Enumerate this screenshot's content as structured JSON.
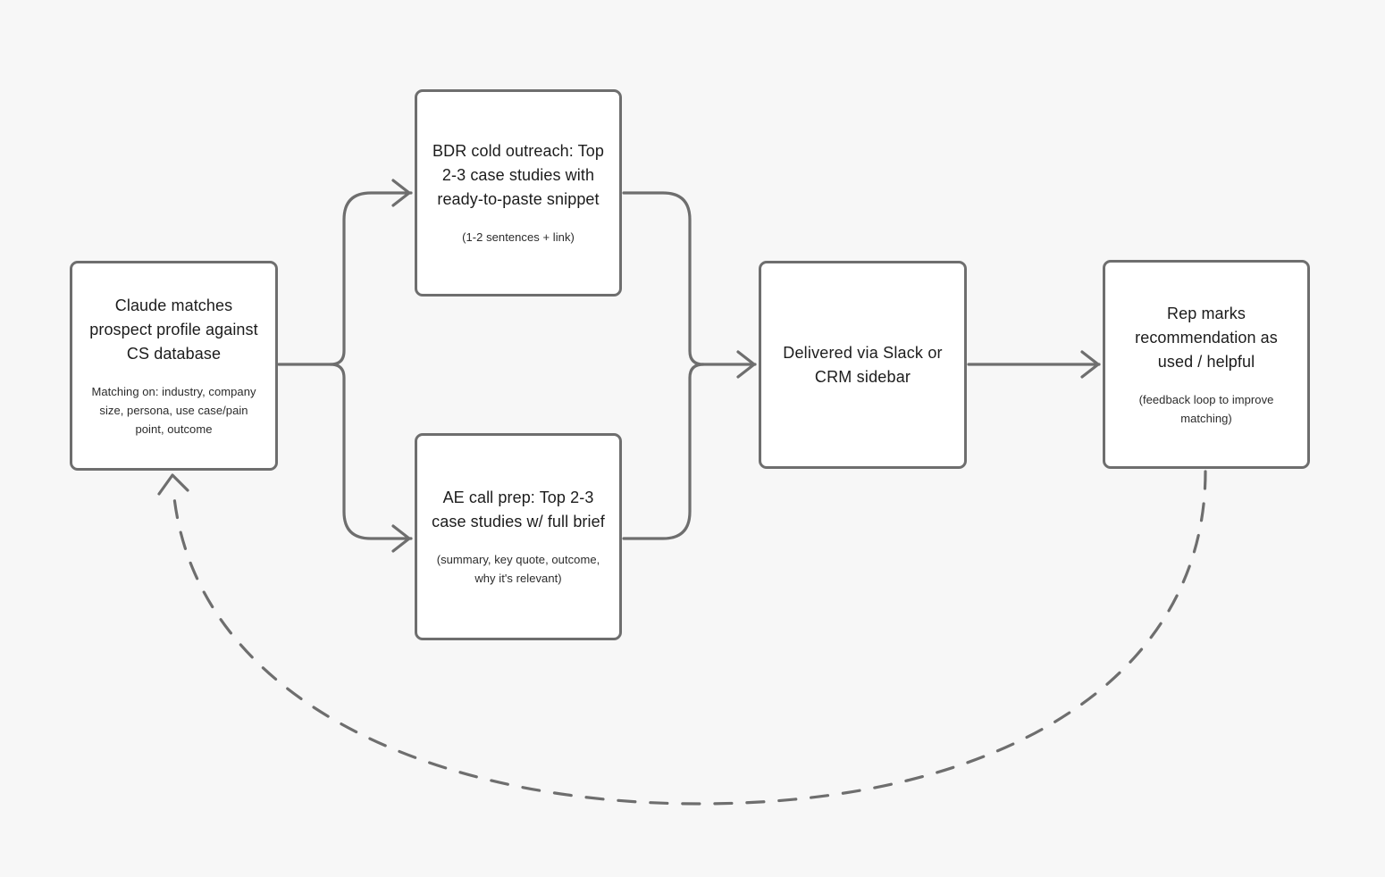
{
  "diagram": {
    "type": "flowchart",
    "background_color": "#f7f7f7",
    "stroke_color": "#6e6e6e",
    "node_fill": "#ffffff",
    "text_color": "#1c1c1c",
    "nodes": [
      {
        "id": "match",
        "title": "Claude matches prospect profile against CS database",
        "subtitle": "Matching on: industry, company size, persona, use case/pain point, outcome"
      },
      {
        "id": "bdr",
        "title": "BDR cold outreach: Top 2-3 case studies with ready-to-paste snippet",
        "subtitle": "(1-2 sentences + link)"
      },
      {
        "id": "ae",
        "title": "AE call prep: Top 2-3 case studies w/ full brief",
        "subtitle": "(summary, key quote, outcome, why it's relevant)"
      },
      {
        "id": "delivered",
        "title": "Delivered via Slack or CRM sidebar",
        "subtitle": ""
      },
      {
        "id": "rep",
        "title": "Rep marks recommendation as used / helpful",
        "subtitle": "(feedback loop to improve matching)"
      }
    ],
    "edges": [
      {
        "id": "match-to-bdr",
        "from": "match",
        "to": "bdr",
        "style": "solid",
        "arrow": true
      },
      {
        "id": "match-to-ae",
        "from": "match",
        "to": "ae",
        "style": "solid",
        "arrow": true
      },
      {
        "id": "bdr-to-delivered",
        "from": "bdr",
        "to": "delivered",
        "style": "solid",
        "arrow": true
      },
      {
        "id": "ae-to-delivered",
        "from": "ae",
        "to": "delivered",
        "style": "solid",
        "arrow": true
      },
      {
        "id": "delivered-to-rep",
        "from": "delivered",
        "to": "rep",
        "style": "solid",
        "arrow": true
      },
      {
        "id": "rep-to-match",
        "from": "rep",
        "to": "match",
        "style": "dashed",
        "arrow": true
      }
    ]
  }
}
